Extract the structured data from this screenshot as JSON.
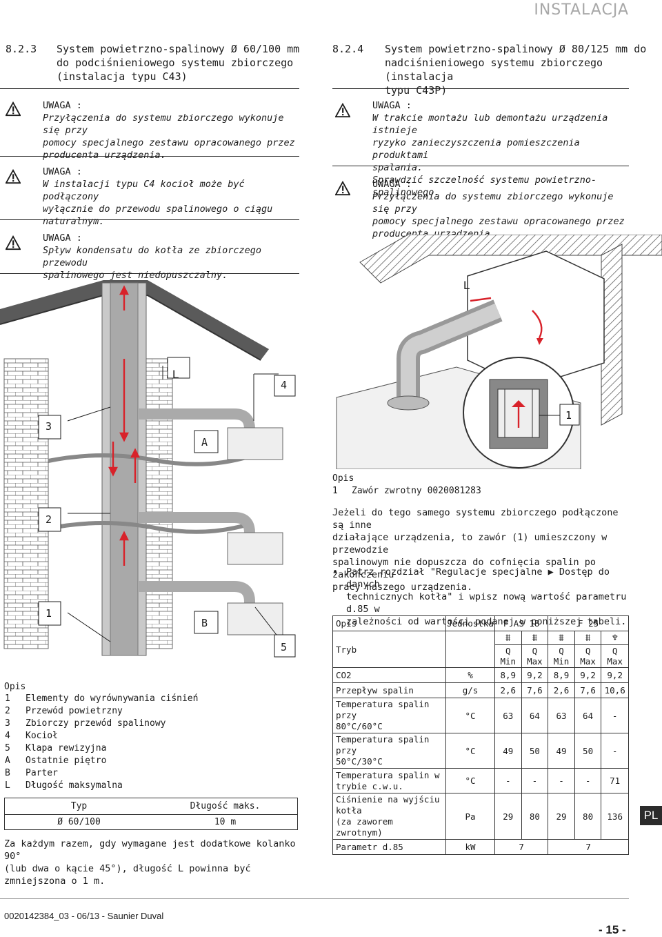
{
  "header": {
    "title": "INSTALACJA"
  },
  "left": {
    "number": "8.2.3",
    "title_lines": [
      "System powietrzno-spalinowy Ø 60/100 mm",
      "do podciśnieniowego systemu zbiorczego",
      "(instalacja typu C43)"
    ],
    "warnings": [
      {
        "label": "UWAGA :",
        "lines": [
          "Przyłączenia do systemu zbiorczego wykonuje się przy",
          "pomocy specjalnego zestawu opracowanego przez",
          "producenta urządzenia."
        ]
      },
      {
        "label": "UWAGA :",
        "lines": [
          "W instalacji typu C4 kocioł może być podłączony",
          "wyłącznie do przewodu spalinowego o ciągu",
          "naturalnym."
        ]
      },
      {
        "label": "UWAGA :",
        "lines": [
          "Spływ kondensatu do kotła ze zbiorczego przewodu",
          "spalinowego jest niedopuszczalny."
        ]
      }
    ],
    "diagram_labels": {
      "L": "L",
      "n4": "4",
      "n3": "3",
      "A": "A",
      "n2": "2",
      "n1": "1",
      "B": "B",
      "n5": "5"
    },
    "legend_title": "Opis",
    "legend": [
      {
        "k": "1",
        "v": "Elementy do wyrównywania ciśnień"
      },
      {
        "k": "2",
        "v": "Przewód powietrzny"
      },
      {
        "k": "3",
        "v": "Zbiorczy przewód spalinowy"
      },
      {
        "k": "4",
        "v": "Kocioł"
      },
      {
        "k": "5",
        "v": "Klapa rewizyjna"
      },
      {
        "k": "A",
        "v": "Ostatnie piętro"
      },
      {
        "k": "B",
        "v": "Parter"
      },
      {
        "k": "L",
        "v": "Długość maksymalna"
      }
    ],
    "length_table": {
      "headers": [
        "Typ",
        "Długość maks."
      ],
      "row": [
        "Ø 60/100",
        "10 m"
      ]
    },
    "note_lines": [
      "Za każdym razem, gdy wymagane jest dodatkowe kolanko 90°",
      "(lub dwa o kącie 45°), długość L powinna być zmniejszona o 1 m."
    ]
  },
  "right": {
    "number": "8.2.4",
    "title_lines": [
      "System powietrzno-spalinowy Ø 80/125 mm do",
      "nadciśnieniowego systemu zbiorczego (instalacja",
      "typu C43P)"
    ],
    "warnings": [
      {
        "label": "UWAGA :",
        "lines": [
          "W trakcie montażu lub demontażu urządzenia istnieje",
          "ryzyko zanieczyszczenia pomieszczenia produktami",
          "spalania.",
          "Sprawdzić szczelność systemu powietrzno-spalinowego."
        ]
      },
      {
        "label": "UWAGA :",
        "lines": [
          "Przyłączenia do systemu zbiorczego wykonuje się przy",
          "pomocy specjalnego zestawu opracowanego przez",
          "producenta urządzenia."
        ]
      }
    ],
    "diagram_labels": {
      "L": "L",
      "n1": "1"
    },
    "legend_title": "Opis",
    "legend_item": {
      "k": "1",
      "v": "Zawór zwrotny 0020081283"
    },
    "para_lines": [
      "Jeżeli do tego samego systemu zbiorczego podłączone są inne",
      "działające urządzenia, to zawór (1) umieszczony w przewodzie",
      "spalinowym nie dopuszcza do cofnięcia spalin po zakończeniu",
      "pracy naszego urządzenia."
    ],
    "bullet_lines": [
      "Patrz rozdział \"Regulacje specjalne ▶ Dostęp do danych",
      "technicznych kotła\" i wpisz nową wartość parametru d.85 w",
      "zależności od wartości podanej w poniższej tabeli."
    ],
    "table": {
      "h_opis": "Opis",
      "h_unit": "Jednostka",
      "h_fas18": "F AS 18",
      "h_f25": "F 25",
      "tryb": "Tryb",
      "modes": [
        "Q Min",
        "Q Max",
        "Q Min",
        "Q Max",
        "Q Max"
      ],
      "rows": [
        {
          "label": [
            "CO2"
          ],
          "unit": "%",
          "vals": [
            "8,9",
            "9,2",
            "8,9",
            "9,2",
            "9,2"
          ]
        },
        {
          "label": [
            "Przepływ spalin"
          ],
          "unit": "g/s",
          "vals": [
            "2,6",
            "7,6",
            "2,6",
            "7,6",
            "10,6"
          ]
        },
        {
          "label": [
            "Temperatura spalin przy",
            "80°C/60°C"
          ],
          "unit": "°C",
          "vals": [
            "63",
            "64",
            "63",
            "64",
            "-"
          ]
        },
        {
          "label": [
            "Temperatura spalin przy",
            "50°C/30°C"
          ],
          "unit": "°C",
          "vals": [
            "49",
            "50",
            "49",
            "50",
            "-"
          ]
        },
        {
          "label": [
            "Temperatura spalin w",
            "trybie c.w.u."
          ],
          "unit": "°C",
          "vals": [
            "-",
            "-",
            "-",
            "-",
            "71"
          ]
        },
        {
          "label": [
            "Ciśnienie na wyjściu kotła",
            "(za zaworem zwrotnym)"
          ],
          "unit": "Pa",
          "vals": [
            "29",
            "80",
            "29",
            "80",
            "136"
          ]
        }
      ],
      "last": {
        "label": "Parametr d.85",
        "unit": "kW",
        "v1": "7",
        "v2": "7"
      }
    }
  },
  "lang_tab": "PL",
  "footer": {
    "left": "0020142384_03 - 06/13 - Saunier Duval",
    "page": "- 15 -"
  },
  "colors": {
    "accent": "#d8222a",
    "dark": "#1c1c1c",
    "grey": "#a8a8a8"
  }
}
